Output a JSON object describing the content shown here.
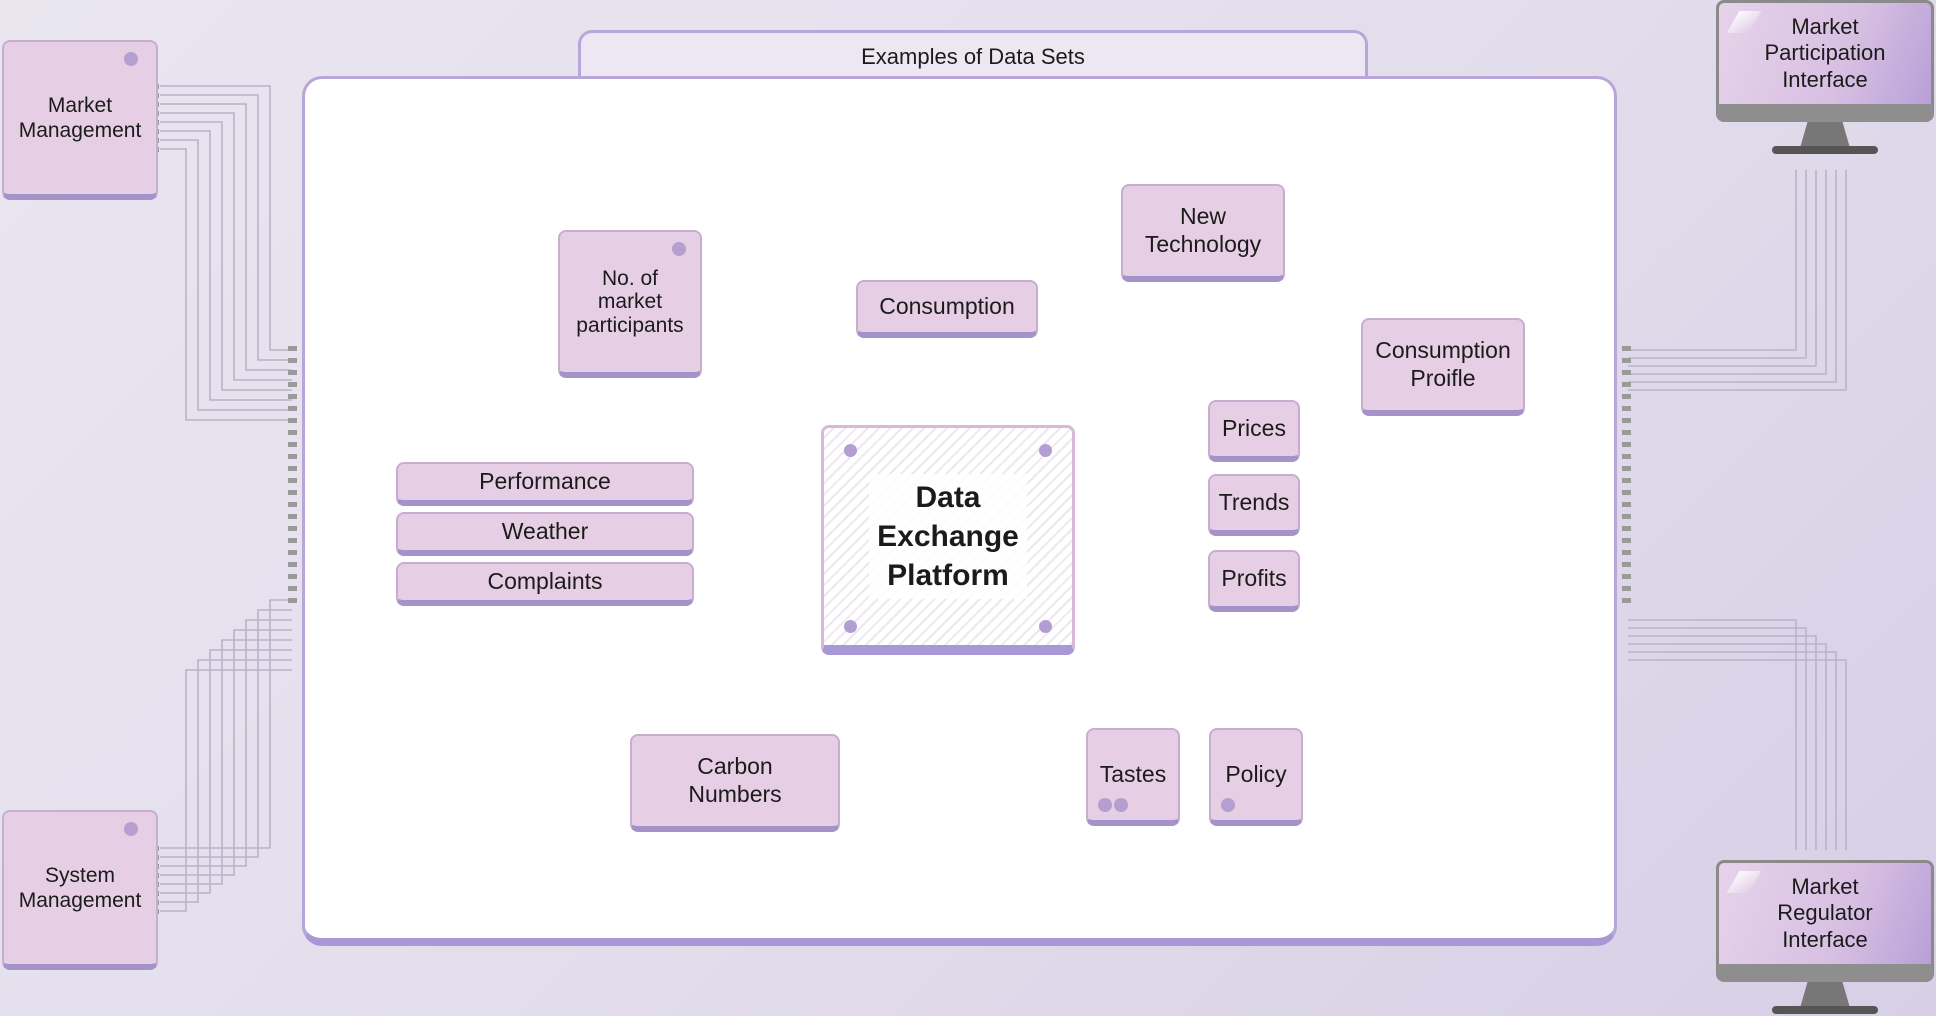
{
  "frame_title": "Examples of Data Sets",
  "center": {
    "title": "Data\nExchange\nPlatform"
  },
  "outer": {
    "market_management": "Market\nManagement",
    "system_management": "System\nManagement",
    "market_participation": "Market\nParticipation\nInterface",
    "market_regulator": "Market\nRegulator\nInterface"
  },
  "datasets": {
    "participants": "No. of\nmarket\nparticipants",
    "consumption": "Consumption",
    "new_technology": "New\nTechnology",
    "consumption_profile": "Consumption\nProifle",
    "prices": "Prices",
    "trends": "Trends",
    "profits": "Profits",
    "performance": "Performance",
    "weather": "Weather",
    "complaints": "Complaints",
    "carbon": "Carbon\nNumbers",
    "tastes": "Tastes",
    "policy": "Policy"
  },
  "colors": {
    "chip_fill": "#e6cfe4",
    "chip_edge": "#a493c9",
    "wire": "#b9b2c9",
    "pin": "#9a9a9a",
    "frame_edge": "#b9a6d8"
  }
}
